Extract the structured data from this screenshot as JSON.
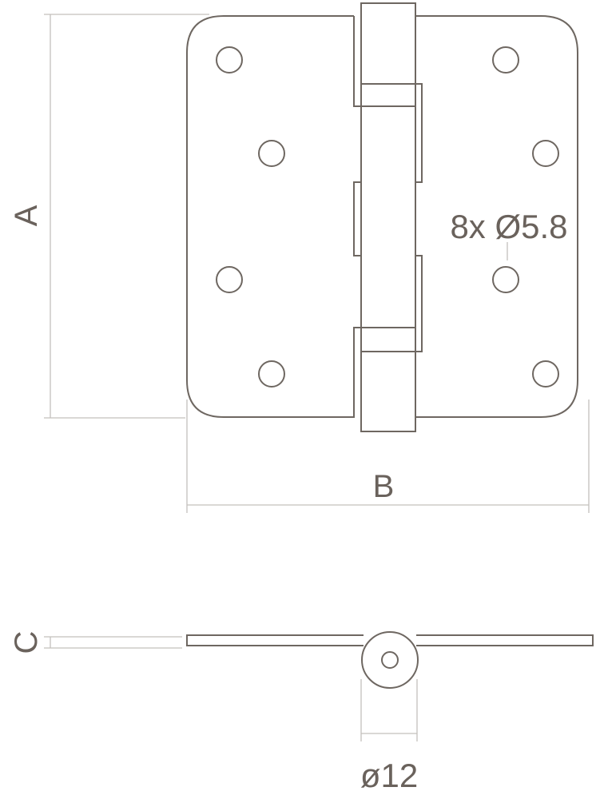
{
  "labels": {
    "dim_a": "A",
    "dim_b": "B",
    "dim_c": "C",
    "holes": "8x Ø5.8",
    "pin_diameter": "ø12"
  },
  "colors": {
    "outline": "#6e6761",
    "dimension_line": "#c4c0bc",
    "text": "#6a625c"
  }
}
